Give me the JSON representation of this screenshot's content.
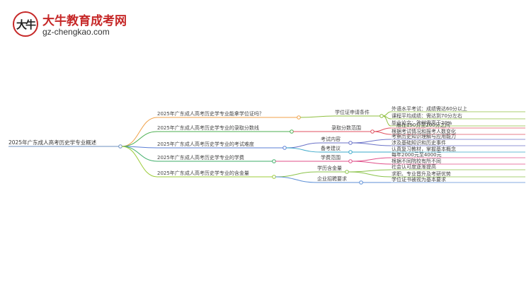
{
  "brand": {
    "name": "大牛教育成考网",
    "url": "gz-chengkao.com",
    "badge": "大牛"
  },
  "mindmap": {
    "root": "2025年广东成人高考历史学专业概述",
    "branches": [
      {
        "label": "2025年广东成人高考历史学专业能拿学位证吗？",
        "color": "#f0a24a",
        "children": [
          {
            "label": "学位证申请条件",
            "color": "#8fbf3f",
            "children": [
              "外语水平考试：成绩需达60分以上",
              "课程平均成绩：需达到70分左右",
              "毕业论文：答辩需高于20%"
            ]
          }
        ]
      },
      {
        "label": "2025年广东成人高考历史学专业的录取分数线",
        "color": "#4caf50",
        "children": [
          {
            "label": "录取分数范围",
            "color": "#e05260",
            "children": [
              "一般在150分至200分之间",
              "根据考试情况和报考人数变化"
            ]
          }
        ]
      },
      {
        "label": "2025年广东成人高考历史学专业的考试难度",
        "color": "#5b7fd6",
        "children": [
          {
            "label": "考试内容",
            "color": "#6b73c8",
            "children": [
              "考察历史知识理解与应用能力",
              "涉及基础知识和历史事件"
            ]
          },
          {
            "label": "备考建议",
            "color": "#3aa8c9",
            "children": [
              "认真复习教材，掌握基本概念"
            ]
          }
        ]
      },
      {
        "label": "2025年广东成人高考历史学专业的学费",
        "color": "#3fae6a",
        "children": [
          {
            "label": "学费范围",
            "color": "#e0508a",
            "children": [
              "每年2000元至4000元",
              "根据不同院校有所不同"
            ]
          }
        ]
      },
      {
        "label": "2025年广东成人高考历史学专业的含金量",
        "color": "#9ccc3a",
        "children": [
          {
            "label": "学历含金量",
            "color": "#8bc34a",
            "children": [
              "社会认可度逐渐提高",
              "求职、专业晋升及考研优势"
            ]
          },
          {
            "label": "企业招聘要求",
            "color": "#5c8fd6",
            "children": [
              "学位证书被视为基本要求"
            ]
          }
        ]
      }
    ]
  }
}
